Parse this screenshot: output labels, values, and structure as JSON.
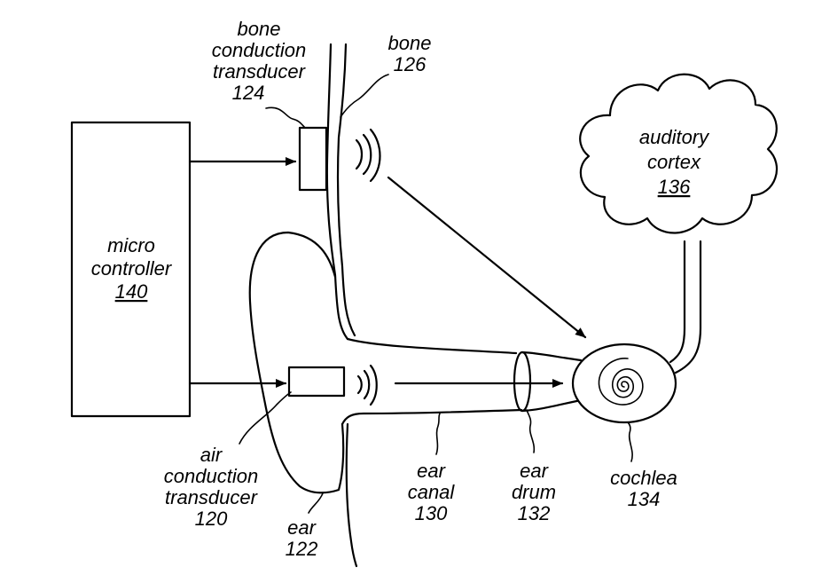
{
  "labels": {
    "bone_transducer": {
      "line1": "bone",
      "line2": "conduction",
      "line3": "transducer",
      "ref": "124"
    },
    "bone": {
      "name": "bone",
      "ref": "126"
    },
    "auditory_cortex": {
      "line1": "auditory",
      "line2": "cortex",
      "ref": "136"
    },
    "micro_controller": {
      "line1": "micro",
      "line2": "controller",
      "ref": "140"
    },
    "air_transducer": {
      "line1": "air",
      "line2": "conduction",
      "line3": "transducer",
      "ref": "120"
    },
    "ear": {
      "name": "ear",
      "ref": "122"
    },
    "ear_canal": {
      "line1": "ear",
      "line2": "canal",
      "ref": "130"
    },
    "ear_drum": {
      "line1": "ear",
      "line2": "drum",
      "ref": "132"
    },
    "cochlea": {
      "name": "cochlea",
      "ref": "134"
    }
  }
}
